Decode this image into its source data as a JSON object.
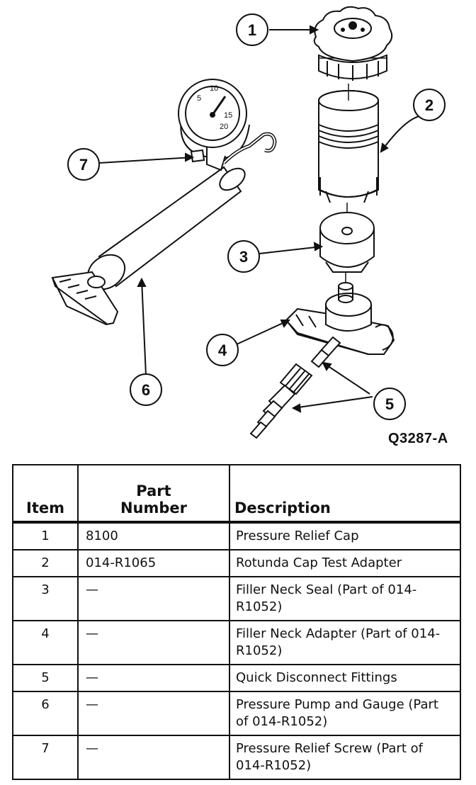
{
  "figure": {
    "callouts": [
      "1",
      "2",
      "3",
      "4",
      "5",
      "6",
      "7"
    ],
    "code": "Q3287-A",
    "gauge_dial_labels": [
      "5",
      "10",
      "15",
      "20"
    ]
  },
  "table": {
    "headers": {
      "item": "Item",
      "part_number": "Part\nNumber",
      "description": "Description"
    },
    "rows": [
      {
        "item": "1",
        "part_number": "8100",
        "description": "Pressure Relief Cap"
      },
      {
        "item": "2",
        "part_number": "014-R1065",
        "description": "Rotunda Cap Test Adapter"
      },
      {
        "item": "3",
        "part_number": "—",
        "description": "Filler Neck Seal (Part of 014-R1052)"
      },
      {
        "item": "4",
        "part_number": "—",
        "description": "Filler Neck Adapter (Part of 014-R1052)"
      },
      {
        "item": "5",
        "part_number": "—",
        "description": "Quick Disconnect Fittings"
      },
      {
        "item": "6",
        "part_number": "—",
        "description": "Pressure Pump and Gauge (Part of 014-R1052)"
      },
      {
        "item": "7",
        "part_number": "—",
        "description": "Pressure Relief Screw (Part of 014-R1052)"
      }
    ]
  }
}
